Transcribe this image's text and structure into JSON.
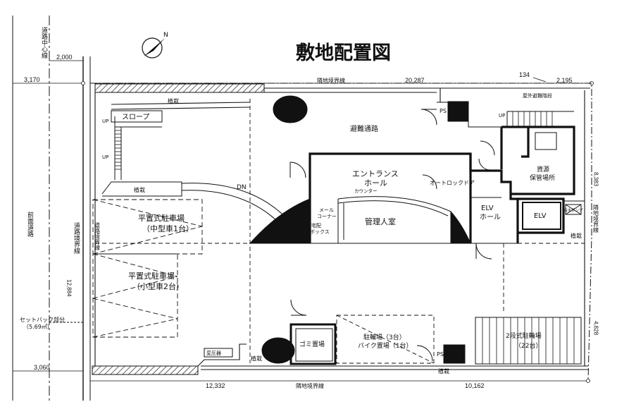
{
  "title": "敷地配置図",
  "labels": {
    "road_center": "道路中心線",
    "front_road": "前面道路",
    "road_boundary": "道路境界線",
    "road_boundary2": "道路境界線",
    "adjacent_top": "隣地境界線",
    "adjacent_bottom": "隣地境界線",
    "adjacent_right": "隣地境界線",
    "slope": "スロープ",
    "up1": "UP",
    "up2": "UP",
    "up3": "UP",
    "dn": "DN",
    "planting_top": "植栽",
    "planting_mid": "植栽",
    "planting_right": "植栽",
    "planting_bottom_left": "植栽",
    "planting_bottom": "植栽",
    "evac_path": "避難通路",
    "outdoor_stair": "屋外避難階段",
    "ps_top": "PS",
    "ps_bottom": "PS",
    "entrance_hall_1": "エントランス",
    "entrance_hall_2": "ホール",
    "counter": "カウンター",
    "mail_corner_1": "メール",
    "mail_corner_2": "コーナー",
    "delivery_box_1": "宅配",
    "delivery_box_2": "ボックス",
    "manager_room": "管理人室",
    "autolock": "オートロックドア",
    "elv_hall_1": "ELV",
    "elv_hall_2": "ホール",
    "elv": "ELV",
    "resource_1": "資源",
    "resource_2": "保管場所",
    "water_pump": "給水ポンプ",
    "parking1_1": "平置式駐車場",
    "parking1_2": "（中型車1台）",
    "parking2_1": "平置式駐車場",
    "parking2_2": "（小型車2台）",
    "garbage": "ゴミ置場",
    "bicycle_1": "駐輪場（3台）",
    "bicycle_2": "バイク置場（1台）",
    "bicycle2_1": "2段式駐輪場",
    "bicycle2_2": "（22台）",
    "transformer": "変圧器",
    "setback_1": "セットバック部分",
    "setback_2": "（5.69㎡）"
  },
  "dimensions": {
    "d2000": "2,000",
    "d3170": "3,170",
    "d20287": "20,287",
    "d134": "134",
    "d2195": "2,195",
    "d8383": "8,383",
    "d12884": "12,884",
    "d4828": "4,828",
    "d3060": "3,060",
    "d12332": "12,332",
    "d10162": "10,162"
  }
}
